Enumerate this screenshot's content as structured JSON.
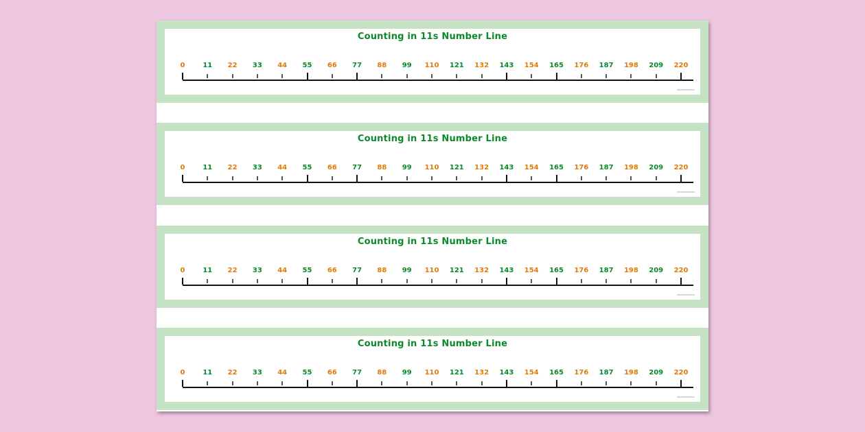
{
  "document": {
    "background_color": "#eec8e0",
    "strip_border_color": "#c5e2c4",
    "strips": [
      {
        "title": "Counting in 11s Number Line"
      },
      {
        "title": "Counting in 11s Number Line"
      },
      {
        "title": "Counting in 11s Number Line"
      },
      {
        "title": "Counting in 11s Number Line"
      }
    ],
    "number_line": {
      "step": 11,
      "labels": [
        "0",
        "11",
        "22",
        "33",
        "44",
        "55",
        "66",
        "77",
        "88",
        "99",
        "110",
        "121",
        "132",
        "143",
        "154",
        "165",
        "176",
        "187",
        "198",
        "209",
        "220"
      ],
      "label_colors": [
        "#e07b0a",
        "#0a8a2a",
        "#e07b0a",
        "#0a8a2a",
        "#e07b0a",
        "#0a8a2a",
        "#e07b0a",
        "#0a8a2a",
        "#e07b0a",
        "#0a8a2a",
        "#e07b0a",
        "#0a8a2a",
        "#e07b0a",
        "#0a8a2a",
        "#e07b0a",
        "#0a8a2a",
        "#e07b0a",
        "#0a8a2a",
        "#e07b0a",
        "#0a8a2a",
        "#e07b0a"
      ],
      "major_ticks": [
        "0",
        "55",
        "77",
        "143",
        "165",
        "220"
      ]
    }
  }
}
